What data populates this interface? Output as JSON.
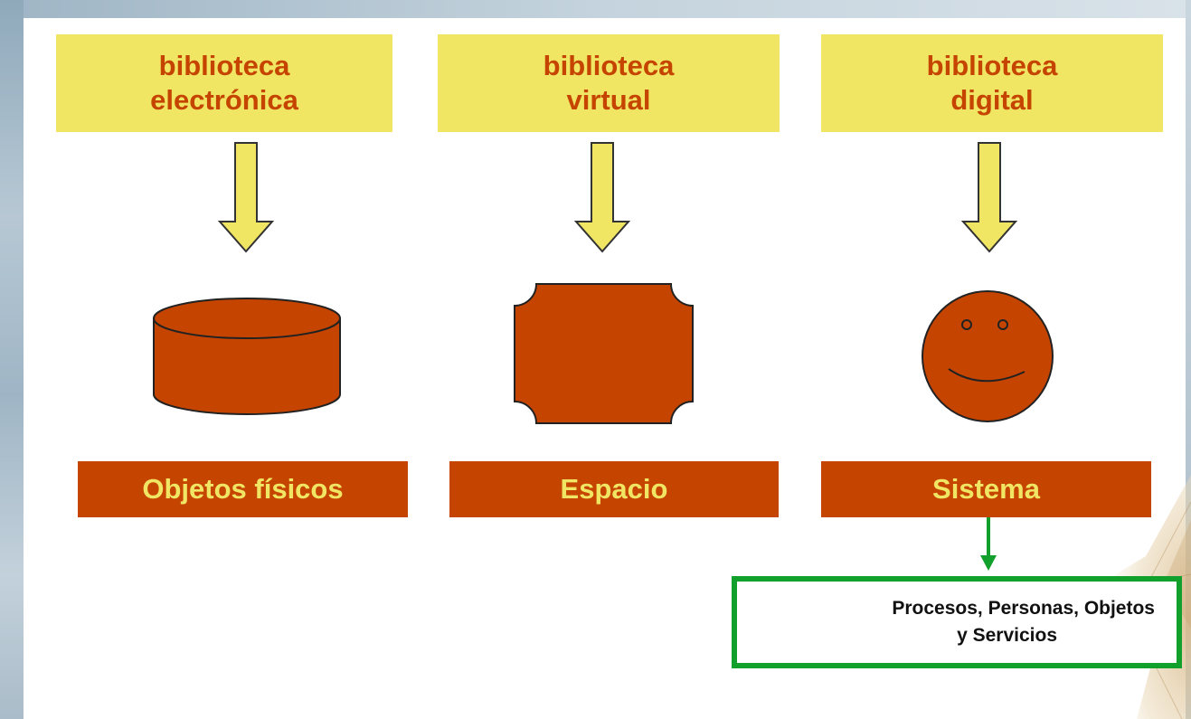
{
  "columns": [
    {
      "header_line1": "biblioteca",
      "header_line2": "electrónica",
      "shape": "cylinder-icon",
      "label": "Objetos físicos"
    },
    {
      "header_line1": "biblioteca",
      "header_line2": "virtual",
      "shape": "plaque-icon",
      "label": "Espacio"
    },
    {
      "header_line1": "biblioteca",
      "header_line2": "digital",
      "shape": "smiley-face-icon",
      "label": "Sistema"
    }
  ],
  "detail_box": {
    "line1": "Procesos, Personas, Objetos",
    "line2": "y Servicios"
  },
  "colors": {
    "header_fill": "#f1e564",
    "header_text": "#c44400",
    "shape_fill": "#c54400",
    "label_fill": "#c54400",
    "label_text": "#f1e564",
    "connector": "#12a02c"
  }
}
